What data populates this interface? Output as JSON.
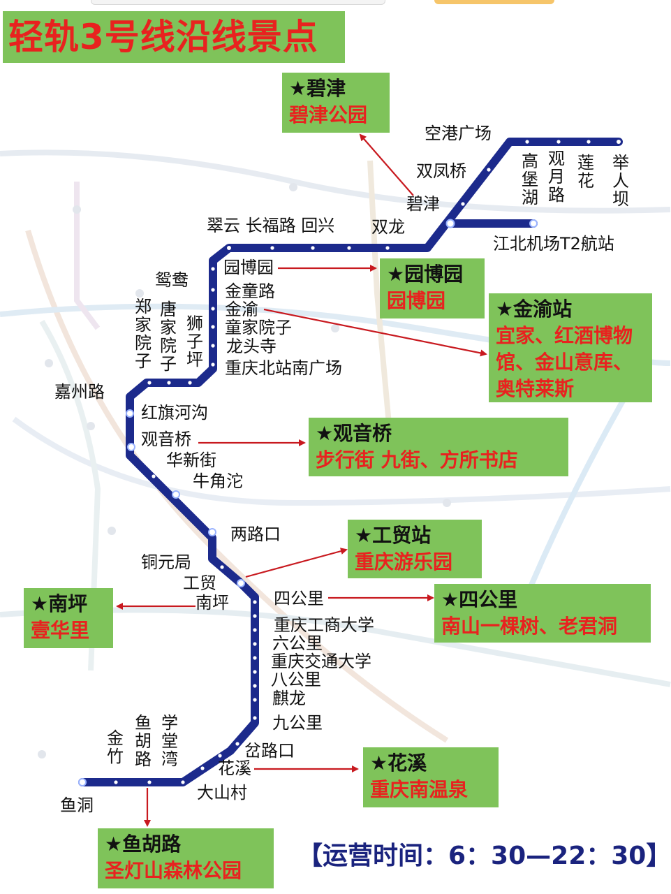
{
  "title": "轻轨3号线沿线景点",
  "line_color": "#1c2a8c",
  "box_color": "#7fc35a",
  "accent_red": "#e8221f",
  "hours_text": "【运营时间：6：30—22：30】",
  "stations": {
    "kong_gang": "空港广场",
    "shuang_feng": "双凤桥",
    "bi_jin": "碧津",
    "gao_bao_hu": "高堡湖",
    "guan_yue_lu": "观月路",
    "lian_hua": "莲花",
    "ju_ren_ba": "举人坝",
    "t2": "江北机场T2航站",
    "shuang_long": "双龙",
    "row_top": "翠云 长福路 回兴",
    "yuan_bo_yuan": "园博园",
    "yuan_yang": "鸳鸯",
    "jin_tong_lu": "金童路",
    "jin_yu": "金渝",
    "tong_jia_yuan_zi": "童家院子",
    "long_tou_si": "龙头寺",
    "bei_zhan": "重庆北站南广场",
    "zheng_jia_yuan_zi": "郑家院子",
    "tang_jia_yuan_zi": "唐家院子",
    "shi_zi_ping": "狮子坪",
    "jia_zhou_lu": "嘉州路",
    "hong_qi_he_gou": "红旗河沟",
    "guan_yin_qiao": "观音桥",
    "hua_xin_jie": "华新街",
    "niu_jiao_tuo": "牛角沱",
    "liang_lu_kou": "两路口",
    "tong_yuan_ju": "铜元局",
    "gong_mao": "工贸",
    "nan_ping": "南坪",
    "si_gong_li": "四公里",
    "gongshang_daxue": "重庆工商大学",
    "liu_gong_li": "六公里",
    "jiaotong_daxue": "重庆交通大学",
    "ba_gong_li": "八公里",
    "qi_long": "麒龙",
    "jiu_gong_li": "九公里",
    "cha_lu_kou": "岔路口",
    "hua_xi": "花溪",
    "da_shan_cun": "大山村",
    "jin_zhu": "金竹",
    "yu_hu_lu": "鱼胡路",
    "xue_tang_wan": "学堂湾",
    "yu_dong": "鱼洞"
  },
  "attractions": {
    "bijin": {
      "title": "★碧津",
      "desc": "碧津公园"
    },
    "yuanboyuan": {
      "title": "★园博园",
      "desc": "园博园"
    },
    "jinyu": {
      "title": "★金渝站",
      "desc": "宜家、红酒博物馆、金山意库、奥特莱斯"
    },
    "guanyinqiao": {
      "title": "★观音桥",
      "desc": "步行街 九街、方所书店"
    },
    "gongmao": {
      "title": "★工贸站",
      "desc": "重庆游乐园"
    },
    "nanping": {
      "title": "★南坪",
      "desc": "壹华里"
    },
    "sigongli": {
      "title": "★四公里",
      "desc": "南山一棵树、老君洞"
    },
    "huaxi": {
      "title": "★花溪",
      "desc": "重庆南温泉"
    },
    "yuhulu": {
      "title": "★鱼胡路",
      "desc": "圣灯山森林公园"
    }
  }
}
